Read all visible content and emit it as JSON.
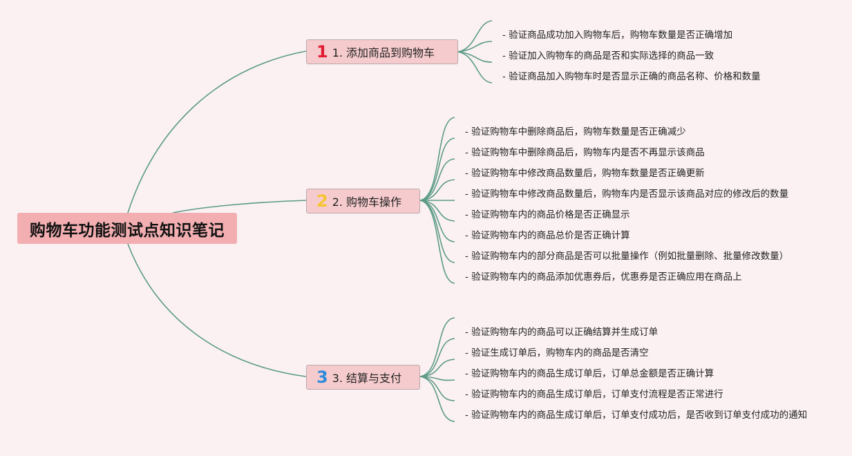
{
  "root": {
    "title": "购物车功能测试点知识笔记"
  },
  "colors": {
    "background": "#fbf1f2",
    "root_fill": "#f2aeb1",
    "branch_fill": "#f6cbcd",
    "connector": "#5a9a86",
    "badge_1": "#e01b32",
    "badge_2": "#f5c432",
    "badge_3": "#2f8bdc"
  },
  "branches": [
    {
      "badge": "1",
      "label": "1. 添加商品到购物车",
      "leaves": [
        "- 验证商品成功加入购物车后，购物车数量是否正确增加",
        "- 验证加入购物车的商品是否和实际选择的商品一致",
        "- 验证商品加入购物车时是否显示正确的商品名称、价格和数量"
      ]
    },
    {
      "badge": "2",
      "label": "2. 购物车操作",
      "leaves": [
        "- 验证购物车中删除商品后，购物车数量是否正确减少",
        "- 验证购物车中删除商品后，购物车内是否不再显示该商品",
        "- 验证购物车中修改商品数量后，购物车数量是否正确更新",
        "- 验证购物车中修改商品数量后，购物车内是否显示该商品对应的修改后的数量",
        "- 验证购物车内的商品价格是否正确显示",
        "- 验证购物车内的商品总价是否正确计算",
        "- 验证购物车内的部分商品是否可以批量操作（例如批量删除、批量修改数量）",
        "- 验证购物车内的商品添加优惠券后，优惠券是否正确应用在商品上"
      ]
    },
    {
      "badge": "3",
      "label": "3. 结算与支付",
      "leaves": [
        "- 验证购物车内的商品可以正确结算并生成订单",
        "- 验证生成订单后，购物车内的商品是否清空",
        "- 验证购物车内的商品生成订单后，订单总金额是否正确计算",
        "- 验证购物车内的商品生成订单后，订单支付流程是否正常进行",
        "- 验证购物车内的商品生成订单后，订单支付成功后，是否收到订单支付成功的通知"
      ]
    }
  ]
}
